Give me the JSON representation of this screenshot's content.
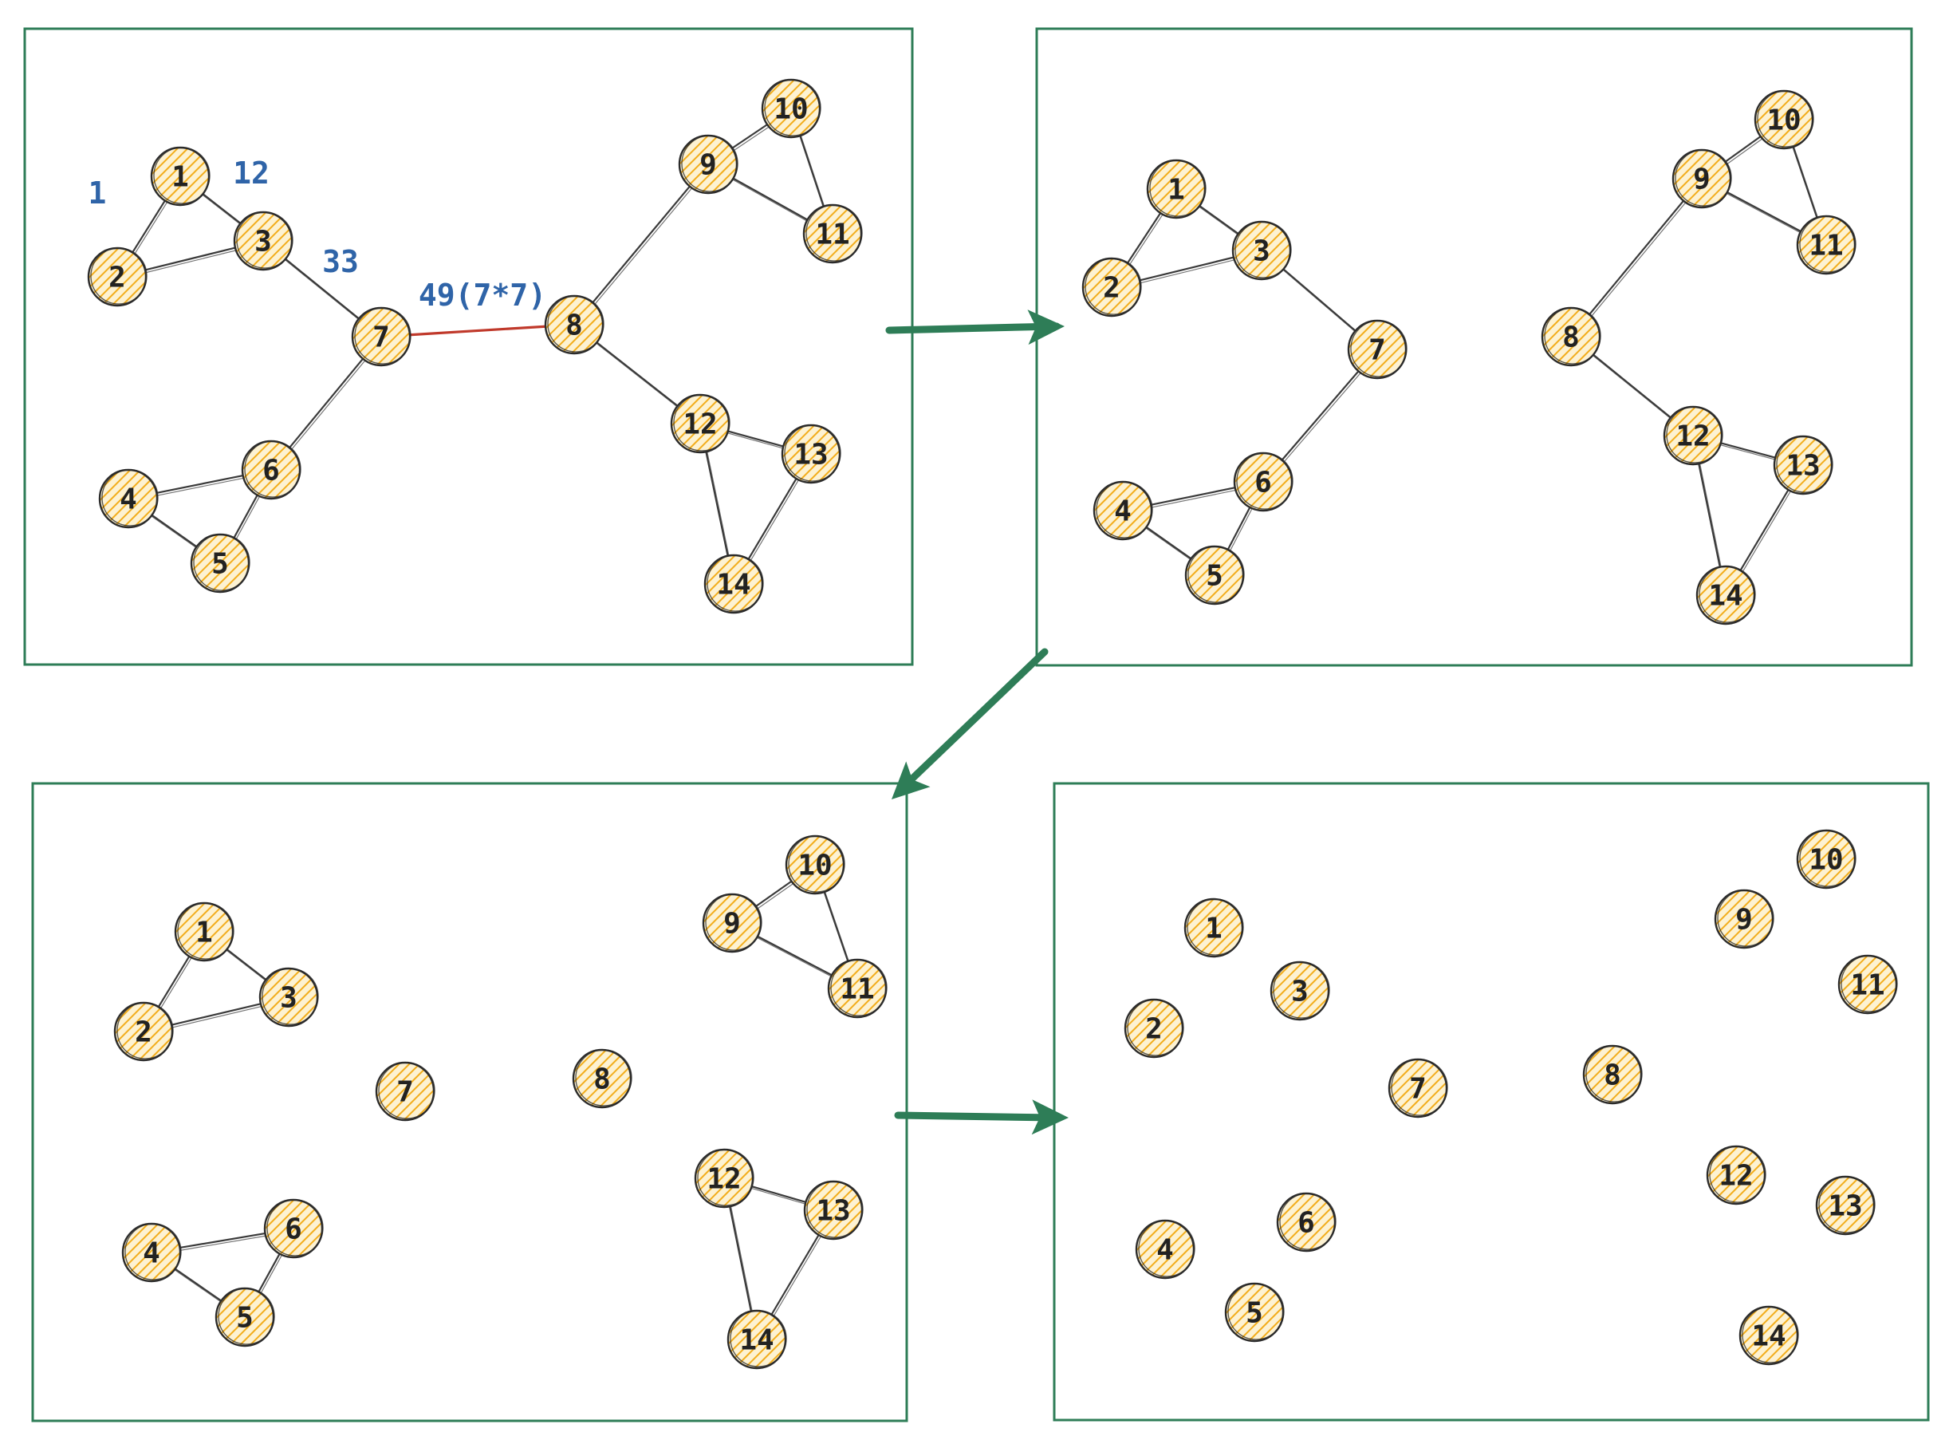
{
  "colors": {
    "frame": "#2e7d57",
    "node_fill": "#f5b320",
    "edge": "#3a3a3a",
    "highlight_edge": "#c0392b",
    "label": "#2f64a8",
    "arrow": "#2e7d57"
  },
  "panels": [
    {
      "id": "panel-1",
      "nodes": [
        "1",
        "2",
        "3",
        "4",
        "5",
        "6",
        "7",
        "8",
        "9",
        "10",
        "11",
        "12",
        "13",
        "14"
      ],
      "edges": [
        [
          "1",
          "2"
        ],
        [
          "1",
          "3"
        ],
        [
          "2",
          "3"
        ],
        [
          "3",
          "7"
        ],
        [
          "7",
          "6"
        ],
        [
          "4",
          "6"
        ],
        [
          "4",
          "5"
        ],
        [
          "5",
          "6"
        ],
        [
          "8",
          "9"
        ],
        [
          "9",
          "10"
        ],
        [
          "9",
          "11"
        ],
        [
          "10",
          "11"
        ],
        [
          "8",
          "12"
        ],
        [
          "12",
          "13"
        ],
        [
          "12",
          "14"
        ],
        [
          "13",
          "14"
        ]
      ],
      "highlight_edges": [
        [
          "7",
          "8"
        ]
      ],
      "edge_weights": [
        "1",
        "12",
        "33",
        "49(7*7)"
      ]
    },
    {
      "id": "panel-2",
      "nodes": [
        "1",
        "2",
        "3",
        "4",
        "5",
        "6",
        "7",
        "8",
        "9",
        "10",
        "11",
        "12",
        "13",
        "14"
      ],
      "edges": [
        [
          "1",
          "2"
        ],
        [
          "1",
          "3"
        ],
        [
          "2",
          "3"
        ],
        [
          "3",
          "7"
        ],
        [
          "7",
          "6"
        ],
        [
          "4",
          "6"
        ],
        [
          "4",
          "5"
        ],
        [
          "5",
          "6"
        ],
        [
          "8",
          "9"
        ],
        [
          "9",
          "10"
        ],
        [
          "9",
          "11"
        ],
        [
          "10",
          "11"
        ],
        [
          "8",
          "12"
        ],
        [
          "12",
          "13"
        ],
        [
          "12",
          "14"
        ],
        [
          "13",
          "14"
        ]
      ],
      "highlight_edges": [],
      "edge_weights": []
    },
    {
      "id": "panel-3",
      "nodes": [
        "1",
        "2",
        "3",
        "4",
        "5",
        "6",
        "7",
        "8",
        "9",
        "10",
        "11",
        "12",
        "13",
        "14"
      ],
      "edges": [
        [
          "1",
          "2"
        ],
        [
          "1",
          "3"
        ],
        [
          "2",
          "3"
        ],
        [
          "4",
          "6"
        ],
        [
          "4",
          "5"
        ],
        [
          "5",
          "6"
        ],
        [
          "9",
          "10"
        ],
        [
          "9",
          "11"
        ],
        [
          "10",
          "11"
        ],
        [
          "12",
          "13"
        ],
        [
          "12",
          "14"
        ],
        [
          "13",
          "14"
        ]
      ],
      "highlight_edges": [],
      "edge_weights": []
    },
    {
      "id": "panel-4",
      "nodes": [
        "1",
        "2",
        "3",
        "4",
        "5",
        "6",
        "7",
        "8",
        "9",
        "10",
        "11",
        "12",
        "13",
        "14"
      ],
      "edges": [],
      "highlight_edges": [],
      "edge_weights": []
    }
  ],
  "arrows": [
    "panel-1-to-panel-2",
    "panel-2-to-panel-3",
    "panel-3-to-panel-4"
  ]
}
